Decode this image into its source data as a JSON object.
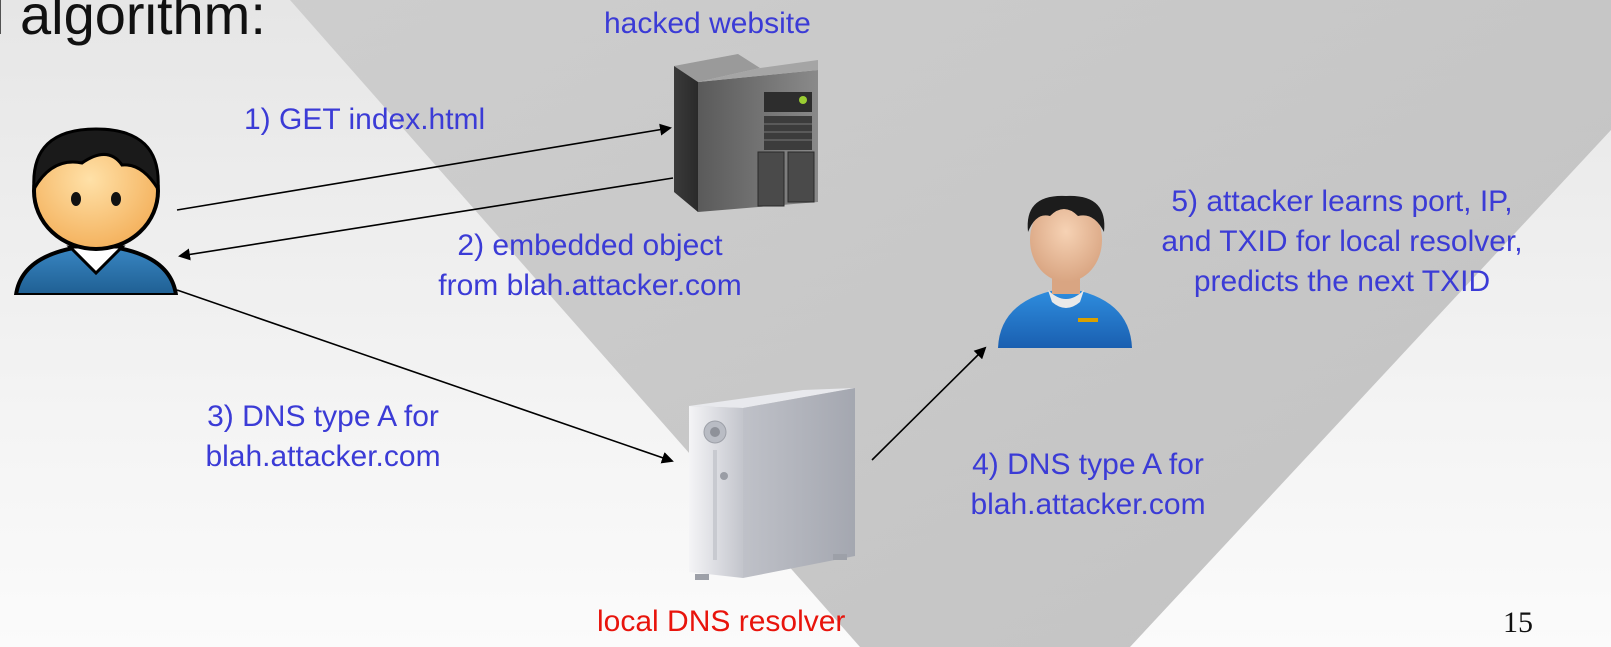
{
  "slide": {
    "title": "l algorithm:",
    "page_number": "15"
  },
  "nodes": {
    "website_label": "hacked website",
    "resolver_label": "local DNS resolver"
  },
  "steps": {
    "s1": "1) GET index.html",
    "s2_line1": "2) embedded object",
    "s2_line2": "from blah.attacker.com",
    "s3_line1": "3) DNS type A for",
    "s3_line2": "blah.attacker.com",
    "s4_line1": "4) DNS type A for",
    "s4_line2": "blah.attacker.com",
    "s5_line1": "5) attacker learns port, IP,",
    "s5_line2": "and TXID for local resolver,",
    "s5_line3": "predicts the next TXID"
  },
  "colors": {
    "label_blue": "#3b3bd6",
    "resolver_red": "#e8140c"
  }
}
